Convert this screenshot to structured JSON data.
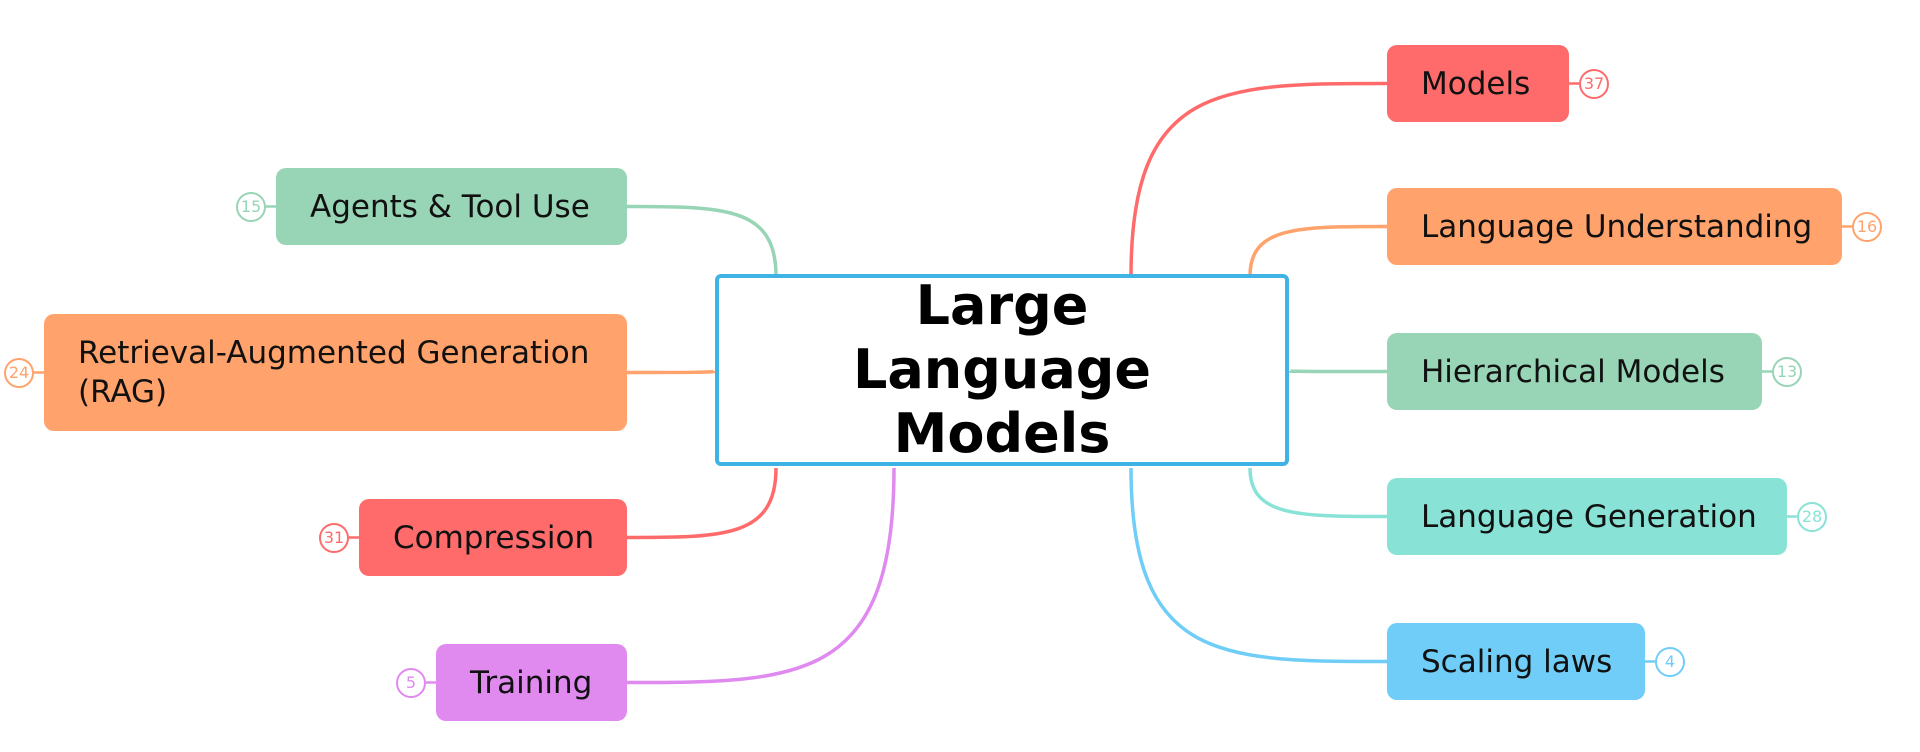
{
  "root": {
    "label": "Large Language Models",
    "border_color": "#3fb4e4"
  },
  "branches": [
    {
      "id": "models",
      "side": "right",
      "label": "Models",
      "count": "37",
      "color": "#ff6b6b"
    },
    {
      "id": "language-understanding",
      "side": "right",
      "label": "Language Understanding",
      "count": "16",
      "color": "#ffa26b"
    },
    {
      "id": "hierarchical-models",
      "side": "right",
      "label": "Hierarchical Models",
      "count": "13",
      "color": "#98d4b6"
    },
    {
      "id": "language-generation",
      "side": "right",
      "label": "Language Generation",
      "count": "28",
      "color": "#88e3d6"
    },
    {
      "id": "scaling-laws",
      "side": "right",
      "label": "Scaling laws",
      "count": "4",
      "color": "#6fcdf7"
    },
    {
      "id": "agents-tool-use",
      "side": "left",
      "label": "Agents & Tool Use",
      "count": "15",
      "color": "#98d4b6"
    },
    {
      "id": "rag",
      "side": "left",
      "label": "Retrieval-Augmented Generation (RAG)",
      "count": "24",
      "color": "#ffa26b"
    },
    {
      "id": "compression",
      "side": "left",
      "label": "Compression",
      "count": "31",
      "color": "#ff6b6b"
    },
    {
      "id": "training",
      "side": "left",
      "label": "Training",
      "count": "5",
      "color": "#e08af0"
    }
  ]
}
